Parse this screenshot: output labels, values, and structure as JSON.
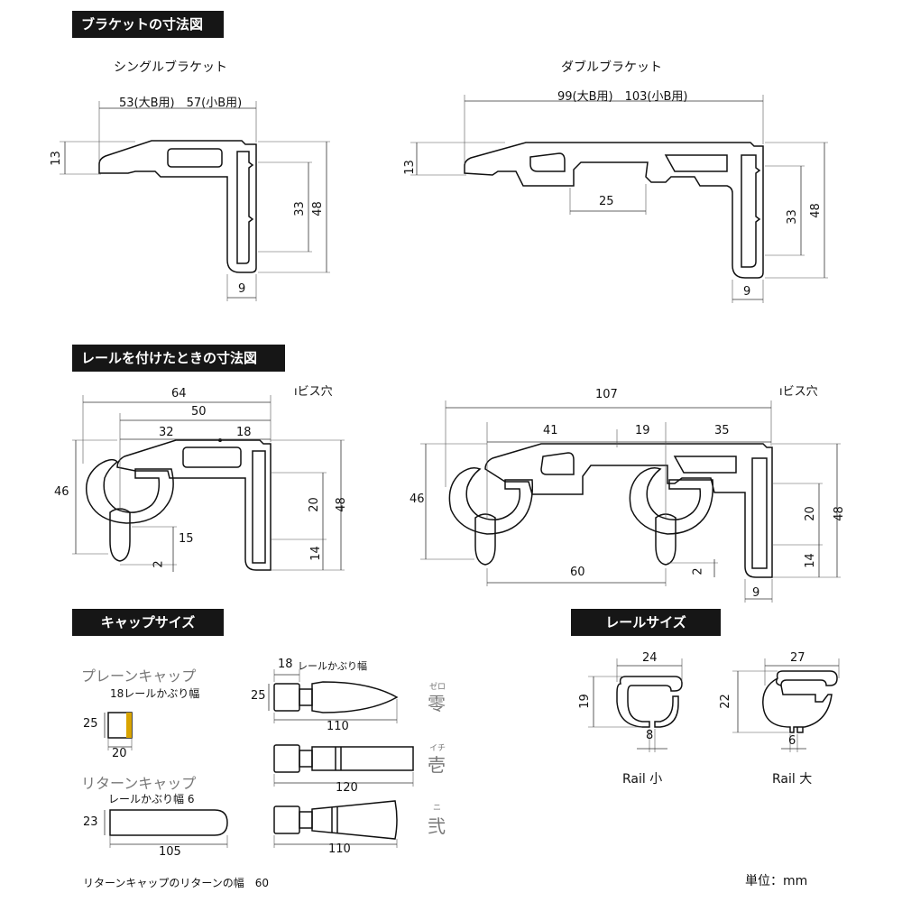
{
  "sections": {
    "bracket_dims": "ブラケットの寸法図",
    "rail_mounted_dims": "レールを付けたときの寸法図",
    "cap_size": "キャップサイズ",
    "rail_size": "レールサイズ"
  },
  "single_bracket": {
    "title": "シングルブラケット",
    "width_label": "53(大B用)　57(小B用)",
    "d13": "13",
    "d33": "33",
    "d48": "48",
    "d9": "9"
  },
  "double_bracket": {
    "title": "ダブルブラケット",
    "width_label": "99(大B用)　103(小B用)",
    "d13": "13",
    "d25": "25",
    "d33": "33",
    "d48": "48",
    "d9": "9"
  },
  "single_mounted": {
    "screw_hole": "ビス穴",
    "d64": "64",
    "d50": "50",
    "d32": "32",
    "d18": "18",
    "d46": "46",
    "d20": "20",
    "d48": "48",
    "d15": "15",
    "d2": "2",
    "d14": "14"
  },
  "double_mounted": {
    "screw_hole": "ビス穴",
    "d107": "107",
    "d41": "41",
    "d19": "19",
    "d35": "35",
    "d46": "46",
    "d20": "20",
    "d48": "48",
    "d60": "60",
    "d2": "2",
    "d14": "14",
    "d9": "9"
  },
  "caps": {
    "plain_title": "プレーンキャップ",
    "plain_cover": "18レールかぶり幅",
    "plain_h": "25",
    "plain_w": "20",
    "return_title": "リターンキャップ",
    "return_cover": "レールかぶり幅 6",
    "return_h": "23",
    "return_w": "105",
    "return_note": "リターンキャップのリターンの幅　60",
    "finial_cover_num": "18",
    "finial_cover_text": "レールかぶり幅",
    "finial_h": "25",
    "zero_w": "110",
    "ichi_w": "120",
    "ni_w": "110",
    "zero_ruby": "ゼロ",
    "zero_name": "零",
    "ichi_ruby": "イチ",
    "ichi_name": "壱",
    "ni_ruby": "ニ",
    "ni_name": "弐"
  },
  "rails": {
    "small_w": "24",
    "small_h": "19",
    "small_gap": "8",
    "small_name": "Rail 小",
    "large_w": "27",
    "large_h": "22",
    "large_gap": "6",
    "large_name": "Rail 大"
  },
  "unit": "単位：mm"
}
